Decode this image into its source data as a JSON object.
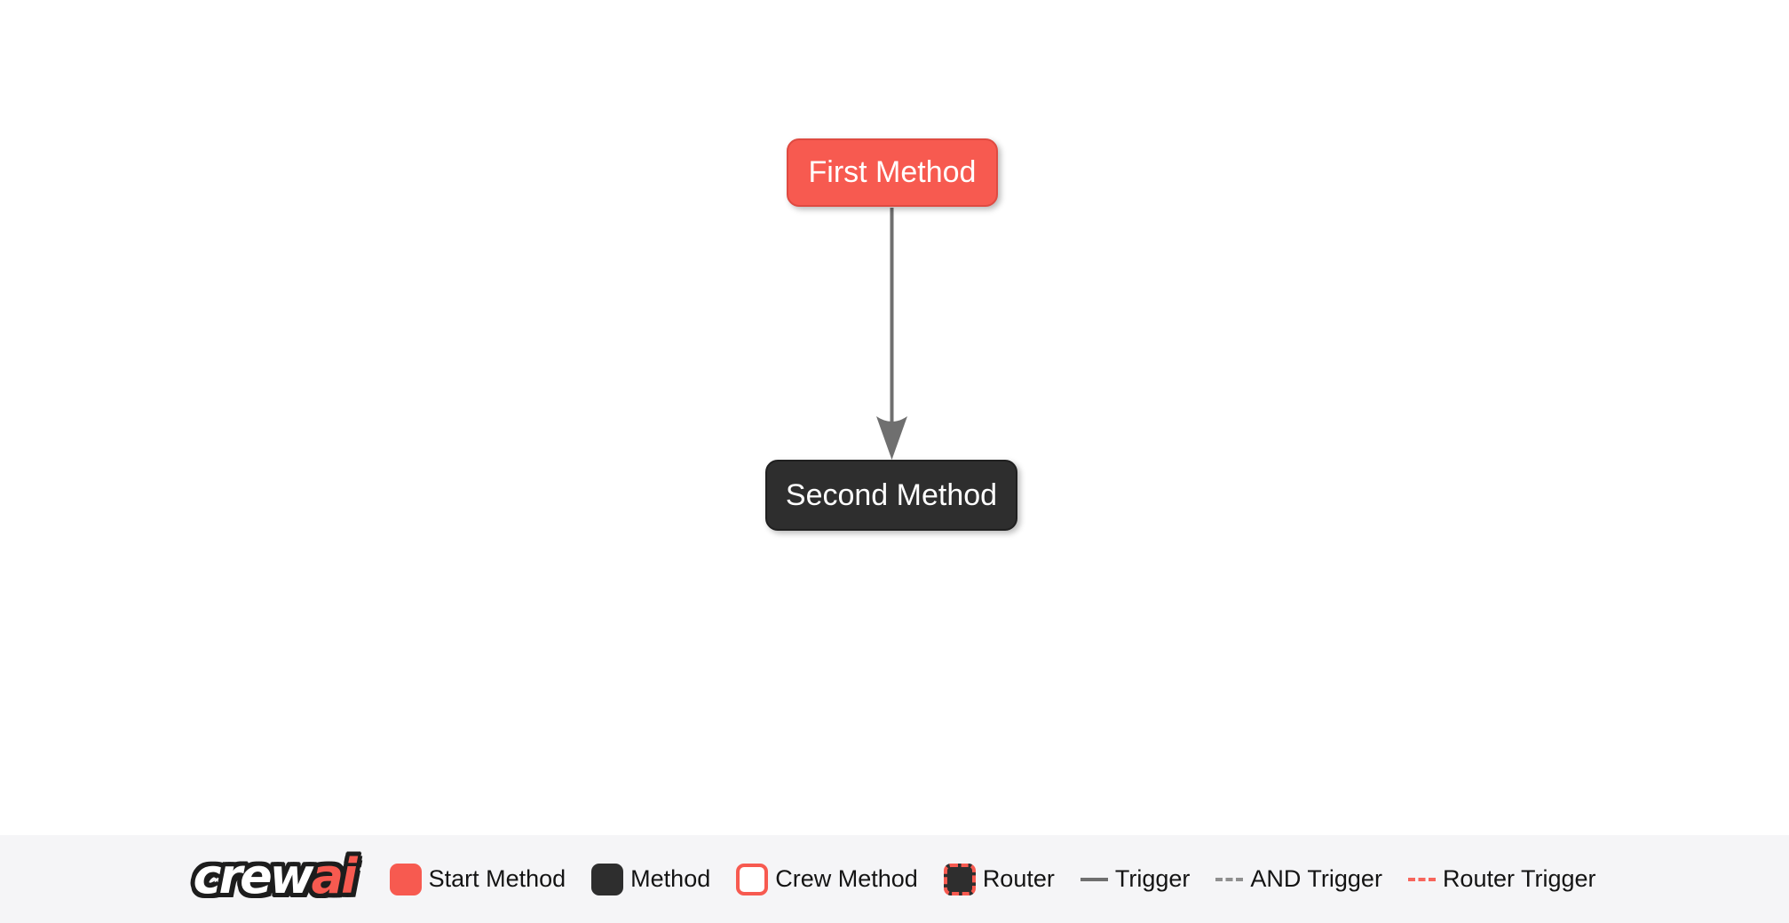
{
  "colors": {
    "accent_red": "#f75a50",
    "accent_red_border": "#df4a41",
    "dark_node": "#2e2e2e",
    "edge_gray": "#6f6f6f",
    "and_trigger_gray": "#8f8f8f",
    "legend_background": "#f5f5f7",
    "canvas_background": "#ffffff",
    "node_text": "#ffffff",
    "legend_text": "#141414"
  },
  "graph": {
    "nodes": [
      {
        "id": "first_method",
        "label": "First Method",
        "type": "start-method"
      },
      {
        "id": "second_method",
        "label": "Second Method",
        "type": "method"
      }
    ],
    "edges": [
      {
        "from": "first_method",
        "to": "second_method",
        "type": "trigger"
      }
    ]
  },
  "legend": {
    "logo": {
      "crew": "crew",
      "ai": "ai"
    },
    "items": [
      {
        "label": "Start Method",
        "swatch": "start-node-swatch"
      },
      {
        "label": "Method",
        "swatch": "method-node-swatch"
      },
      {
        "label": "Crew Method",
        "swatch": "crew-node-swatch"
      },
      {
        "label": "Router",
        "swatch": "router-node-swatch"
      },
      {
        "label": "Trigger",
        "swatch": "solid-gray-line"
      },
      {
        "label": "AND Trigger",
        "swatch": "dashed-gray-line"
      },
      {
        "label": "Router Trigger",
        "swatch": "dashed-red-line"
      }
    ]
  }
}
